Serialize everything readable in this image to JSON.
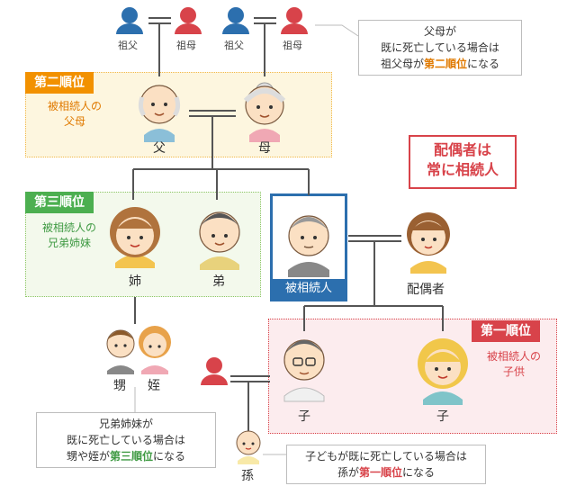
{
  "grandparents": {
    "gf1": "祖父",
    "gm1": "祖母",
    "gf2": "祖父",
    "gm2": "祖母"
  },
  "parents": {
    "father": "父",
    "mother": "母"
  },
  "siblings": {
    "elder_sister": "姉",
    "younger_brother": "弟"
  },
  "decedent": "被相続人",
  "spouse": "配偶者",
  "children": {
    "child1": "子",
    "child2": "子"
  },
  "nephew_niece": {
    "nephew": "甥",
    "niece": "姪"
  },
  "grandchild": "孫",
  "rank2": {
    "tag": "第二順位",
    "desc_line1": "被相続人の",
    "desc_line2": "父母"
  },
  "rank3": {
    "tag": "第三順位",
    "desc_line1": "被相続人の",
    "desc_line2": "兄弟姉妹"
  },
  "rank1": {
    "tag": "第一順位",
    "desc_line1": "被相続人の",
    "desc_line2": "子供"
  },
  "spouse_callout": {
    "line1": "配偶者は",
    "line2": "常に相続人"
  },
  "note_parents": {
    "line1": "父母が",
    "line2": "既に死亡している場合は",
    "line3_pre": "祖父母が",
    "line3_hl": "第二順位",
    "line3_post": "になる"
  },
  "note_siblings": {
    "line1": "兄弟姉妹が",
    "line2": "既に死亡している場合は",
    "line3_pre": "甥や姪が",
    "line3_hl": "第三順位",
    "line3_post": "になる"
  },
  "note_children": {
    "line1": "子どもが既に死亡している場合は",
    "line2_pre": "孫が",
    "line2_hl": "第一順位",
    "line2_post": "になる"
  },
  "colors": {
    "male_icon": "#2c6fae",
    "female_icon": "#d8434a",
    "rank2_tag": "#f29100",
    "rank2_text": "#e07a00",
    "rank2_bg": "#fdf6df",
    "rank3_tag": "#4caf50",
    "rank3_text": "#3f9a43",
    "rank3_bg": "#f3f9ec",
    "rank1_tag": "#d8434a",
    "rank1_text": "#d8434a",
    "rank1_bg": "#fcecee",
    "decedent": "#2c6fae",
    "line": "#555555"
  }
}
